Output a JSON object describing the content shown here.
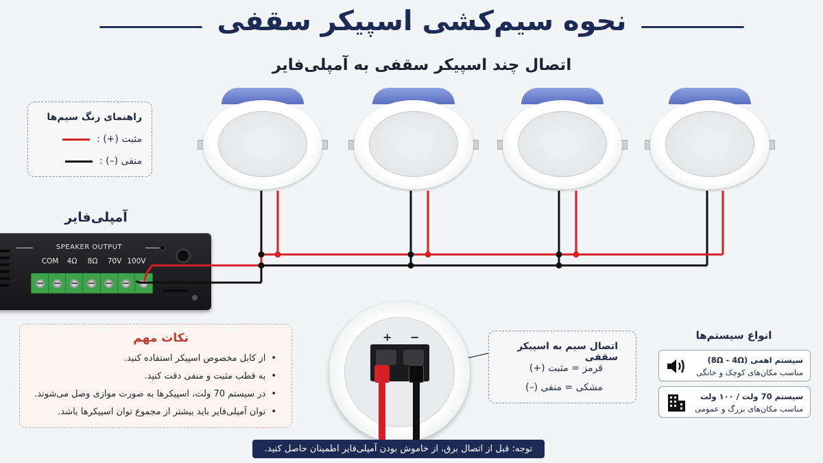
{
  "header": {
    "title": "نحوه سیم‌کشی اسپیکر سقفی",
    "subtitle": "اتصال چند اسپیکر سقفی به آمپلی‌فایر"
  },
  "legend": {
    "title": "راهنمای رنگ سیم‌ها",
    "positive": "مثبت (+) :",
    "negative": "منفی (–) :"
  },
  "amplifier": {
    "label": "آمپلی‌فایر",
    "output_label": "SPEAKER OUTPUT",
    "terminals": [
      "COM",
      "4Ω",
      "8Ω",
      "70V",
      "100V"
    ]
  },
  "notes": {
    "title": "نکات مهم",
    "items": [
      "از کابل مخصوص اسپیکر استفاده کنید.",
      "به قطب مثبت و منفی دقت کنید.",
      "در سیستم 70 ولت، اسپیکرها به صورت موازی وصل می‌شوند.",
      "توان آمپلی‌فایر باید بیشتر از مجموع توان اسپیکرها باشد."
    ]
  },
  "closeup": {
    "plus": "+",
    "minus": "−"
  },
  "connection": {
    "title": "اتصال سیم به اسپیکر سقفی",
    "red": "قرمز = مثبت (+)",
    "gray": "مشکی = منفی (–)"
  },
  "systems": {
    "title": "انواع سیستم‌ها",
    "low_impedance": {
      "line1": "سیستم اهمی (8Ω - 4Ω)",
      "line2": "مناسب مکان‌های کوچک و خانگی"
    },
    "high_voltage": {
      "line1": "سیستم 70 ولت / ۱۰۰ ولت",
      "line2": "مناسب مکان‌های بزرگ و عمومی"
    }
  },
  "warning": "توجه: قبل از اتصال برق، از خاموش بودن آمپلی‌فایر اطمینان حاصل کنید.",
  "colors": {
    "positive_wire": "#d61f24",
    "negative_wire": "#111111",
    "title": "#1c2b55",
    "accent_red": "#c0392b"
  },
  "icons": {
    "low_impedance": "speaker-volume-icon",
    "high_voltage": "building-icon"
  }
}
